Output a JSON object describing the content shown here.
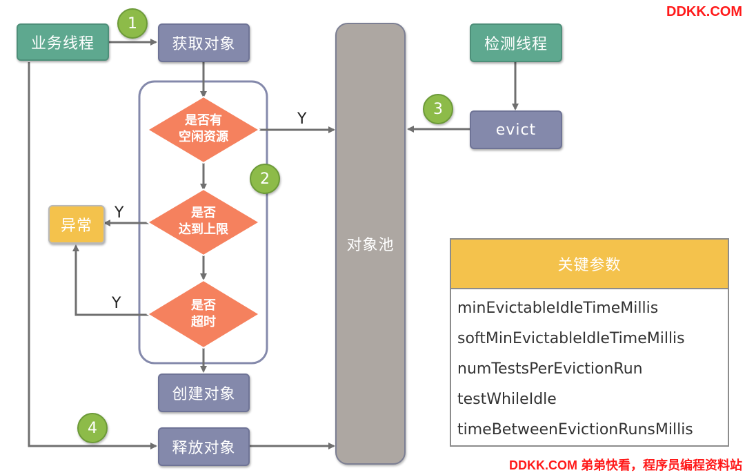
{
  "nodes": {
    "business_thread": "业务线程",
    "acquire_object": "获取对象",
    "check_thread": "检测线程",
    "evict": "evict",
    "exception": "异常",
    "object_pool": "对象池",
    "create_object": "创建对象",
    "release_object": "释放对象"
  },
  "decisions": {
    "has_idle_line1": "是否有",
    "has_idle_line2": "空闲资源",
    "reach_limit_line1": "是否",
    "reach_limit_line2": "达到上限",
    "timeout_line1": "是否",
    "timeout_line2": "超时"
  },
  "edge_labels": {
    "idle_yes": "Y",
    "limit_yes": "Y",
    "timeout_yes": "Y"
  },
  "steps": {
    "step1": "1",
    "step2": "2",
    "step3": "3",
    "step4": "4"
  },
  "params": {
    "title": "关键参数",
    "items": [
      "minEvictableIdleTimeMillis",
      "softMinEvictableIdleTimeMillis",
      "numTestsPerEvictionRun",
      "testWhileIdle",
      "timeBetweenEvictionRunsMillis"
    ]
  },
  "watermark": {
    "top": "DDKK.COM",
    "bottom": "DDKK.COM 弟弟快看，程序员编程资料站"
  },
  "colors": {
    "green_box": "#5ea88f",
    "purple_box": "#8489ab",
    "diamond": "#f5815e",
    "step_circle": "#8dbb49",
    "pool": "#ada7a2",
    "param_header": "#f4c24c",
    "arrow": "#6f6f6f",
    "watermark": "#ff1a1a"
  }
}
